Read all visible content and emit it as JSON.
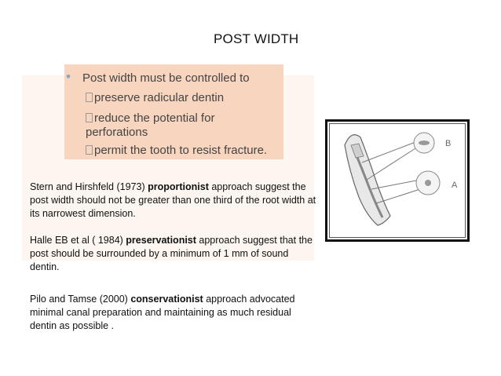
{
  "title": "POST WIDTH",
  "bullet": {
    "main": "Post width must be controlled to",
    "subs": [
      "preserve radicular dentin",
      "reduce the potential for",
      "perforations",
      "permit the tooth to resist fracture."
    ]
  },
  "paragraphs": [
    {
      "prefix": "Stern and Hirshfeld (1973) ",
      "bold": "proportionist",
      "rest": "  approach suggest the post width should not be  greater than one third of the root width at its  narrowest dimension."
    },
    {
      "prefix": "Halle EB et al ( 1984) ",
      "bold": "preservationist",
      "rest": "  approach suggest that the post should be  surrounded by a minimum of 1 mm of sound  dentin."
    },
    {
      "prefix": "Pilo and Tamse (2000) ",
      "bold": "conservationist",
      "rest": "  approach advocated minimal canal preparation  and maintaining as much residual dentin as  possible ."
    }
  ],
  "figure": {
    "label_b": "B",
    "label_a": "A"
  }
}
